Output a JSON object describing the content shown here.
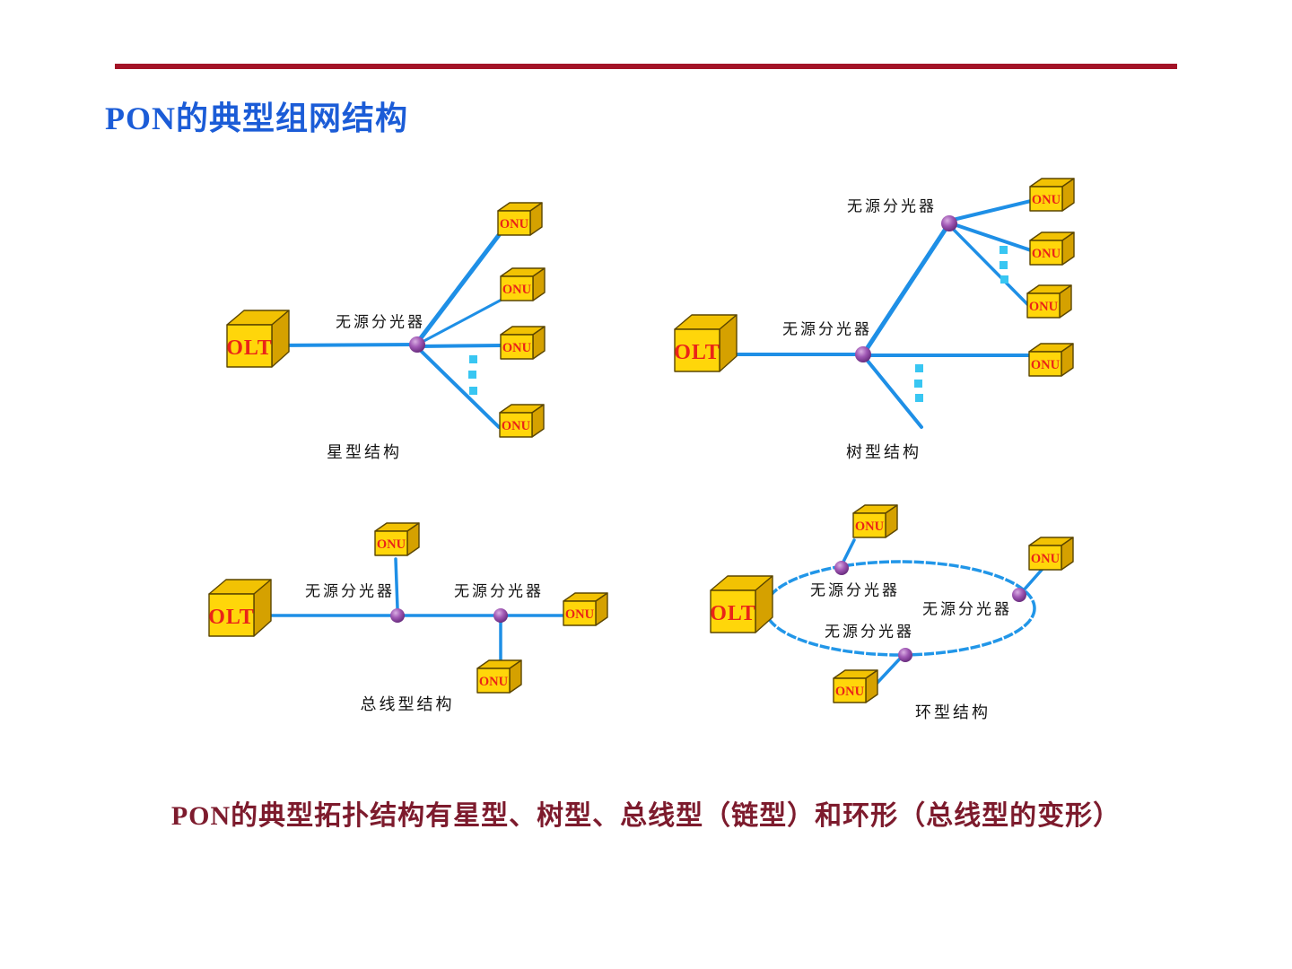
{
  "slide": {
    "title": "PON的典型组网结构",
    "caption": "PON的典型拓扑结构有星型、树型、总线型（链型）和环形（总线型的变形）"
  },
  "labels": {
    "olt": "OLT",
    "onu": "ONU",
    "splitter": "无源分光器",
    "ellipsis": "..."
  },
  "diagrams": {
    "star": {
      "name": "星型结构",
      "onu_count": 4,
      "splitter_count": 1
    },
    "tree": {
      "name": "树型结构",
      "onu_count": 4,
      "splitter_count": 2
    },
    "bus": {
      "name": "总线型结构",
      "onu_count": 3,
      "splitter_count": 2
    },
    "ring": {
      "name": "环型结构",
      "onu_count": 3,
      "splitter_count": 3
    }
  },
  "colors": {
    "title_blue": "#1b5cd7",
    "rule_red": "#a31327",
    "caption_maroon": "#7d1b2d",
    "fiber_blue": "#1e8fe6",
    "ellipsis_cyan": "#38c6f2",
    "box_yellow": "#ffd60a",
    "box_label_red": "#ea2418",
    "splitter_purple": "#a159b5"
  }
}
